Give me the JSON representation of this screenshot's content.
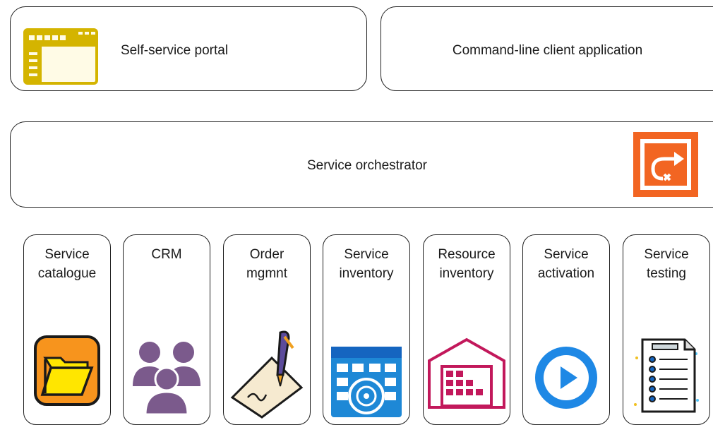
{
  "top": {
    "portal_label": "Self-service portal",
    "cli_label": "Command-line client application"
  },
  "orchestrator": {
    "label": "Service orchestrator"
  },
  "systems": [
    {
      "line1": "Service",
      "line2": "catalogue",
      "icon": "folder-icon",
      "color": "#f7941d"
    },
    {
      "line1": "CRM",
      "line2": "",
      "icon": "users-group-icon",
      "color": "#7b5a8c"
    },
    {
      "line1": "Order",
      "line2": "mgmnt",
      "icon": "signature-pen-icon",
      "color": "#7a6aa8"
    },
    {
      "line1": "Service",
      "line2": "inventory",
      "icon": "inventory-grid-disc-icon",
      "color": "#1e88d6"
    },
    {
      "line1": "Resource",
      "line2": "inventory",
      "icon": "warehouse-icon",
      "color": "#c2185b"
    },
    {
      "line1": "Service",
      "line2": "activation",
      "icon": "play-circle-icon",
      "color": "#1e88e5"
    },
    {
      "line1": "Service",
      "line2": "testing",
      "icon": "checklist-document-icon",
      "color": "#1565c0"
    }
  ],
  "colors": {
    "portal_icon": "#d4b400",
    "orchestrator_icon": "#f26522"
  }
}
